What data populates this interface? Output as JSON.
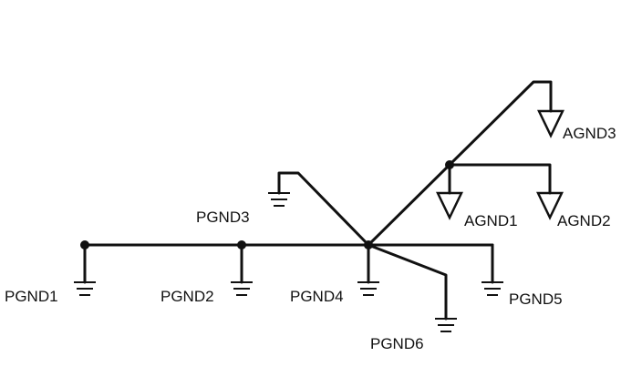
{
  "labels": {
    "pgnd1": "PGND1",
    "pgnd2": "PGND2",
    "pgnd3": "PGND3",
    "pgnd4": "PGND4",
    "pgnd5": "PGND5",
    "pgnd6": "PGND6",
    "agnd1": "AGND1",
    "agnd2": "AGND2",
    "agnd3": "AGND3"
  }
}
